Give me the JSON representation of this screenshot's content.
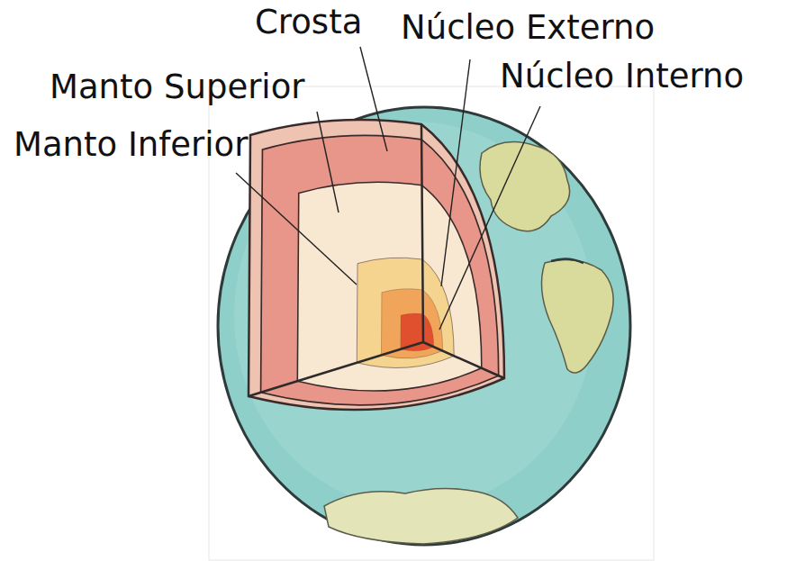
{
  "diagram": {
    "labels": [
      "Crosta",
      "Núcleo Externo",
      "Manto Superior",
      "Núcleo Interno",
      "Manto Inferior"
    ]
  }
}
